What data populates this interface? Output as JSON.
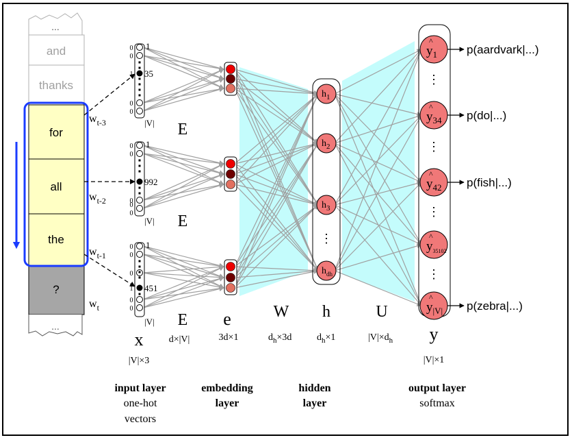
{
  "title": "Feedforward neural language model",
  "colors": {
    "context_window": "#1a3cff",
    "context_word_fill": "#ffffc4",
    "target_word_fill": "#a6a6a6",
    "faded_text": "#a0a0a0",
    "weight_region": "#c4fcfc",
    "connection": "#a0a0a0",
    "neuron_fill": "#f07878",
    "embed_1": "#ee0000",
    "embed_2": "#6e0000",
    "embed_3": "#e27060"
  },
  "word_stack": {
    "top_ellipsis": "...",
    "faded_words": [
      "and",
      "thanks"
    ],
    "context_words": [
      "for",
      "all",
      "the"
    ],
    "target_word": "?",
    "bottom_ellipsis": "...",
    "word_labels": [
      {
        "base": "w",
        "sub": "t-3"
      },
      {
        "base": "w",
        "sub": "t-2"
      },
      {
        "base": "w",
        "sub": "t-1"
      },
      {
        "base": "w",
        "sub": "t"
      }
    ]
  },
  "input_vectors": [
    {
      "top_index": "1",
      "active_index": "35",
      "bottom_label": "|V|",
      "side_bits": [
        "0",
        "0",
        "1",
        "0",
        "0"
      ],
      "matrix": "E"
    },
    {
      "top_index": "1",
      "active_index": "992",
      "bottom_label": "|V|",
      "side_bits": [
        "0",
        "0",
        "0",
        "0",
        "0"
      ],
      "matrix": "E"
    },
    {
      "top_index": "1",
      "active_index": "451",
      "bottom_label": "|V|",
      "side_bits": [
        "0",
        "0",
        "0",
        "1",
        "0",
        "0"
      ],
      "matrix": "E"
    }
  ],
  "hidden_units": [
    {
      "base": "h",
      "sub": "1"
    },
    {
      "base": "h",
      "sub": "2"
    },
    {
      "base": "h",
      "sub": "3"
    },
    {
      "base": "h",
      "sub": "dh"
    }
  ],
  "hidden_ellipsis": "⋮",
  "output_units": [
    {
      "base": "y",
      "hat": "^",
      "sub": "1",
      "prob": "p(aardvark|...)"
    },
    {
      "base": "y",
      "hat": "^",
      "sub": "34",
      "prob": "p(do|...)"
    },
    {
      "base": "y",
      "hat": "^",
      "sub": "42",
      "prob": "p(fish|...)"
    },
    {
      "base": "y",
      "hat": "^",
      "sub": "35102",
      "prob": ""
    },
    {
      "base": "y",
      "hat": "^",
      "sub": "|V|",
      "prob": "p(zebra|...)"
    }
  ],
  "output_ellipsis": "⋮",
  "symbols": {
    "x": "x",
    "x_dim": "|V|×3",
    "E": "E",
    "E_dim": "d×|V|",
    "e": "e",
    "e_dim": "3d×1",
    "W": "W",
    "W_dim_base": "d",
    "W_dim_sub": "h",
    "W_dim_rest": "×3d",
    "h": "h",
    "h_dim_base": "d",
    "h_dim_sub": "h",
    "h_dim_rest": "×1",
    "U": "U",
    "U_dim_base": "|V|×d",
    "U_dim_sub": "h",
    "y": "y",
    "y_dim": "|V|×1"
  },
  "layer_captions": {
    "input": {
      "title": "input layer",
      "lines": [
        "one-hot",
        "vectors"
      ]
    },
    "embedding": {
      "title_lines": [
        "embedding",
        "layer"
      ]
    },
    "hidden": {
      "title_lines": [
        "hidden",
        "layer"
      ]
    },
    "output": {
      "title": "output layer",
      "lines": [
        "softmax"
      ]
    }
  }
}
